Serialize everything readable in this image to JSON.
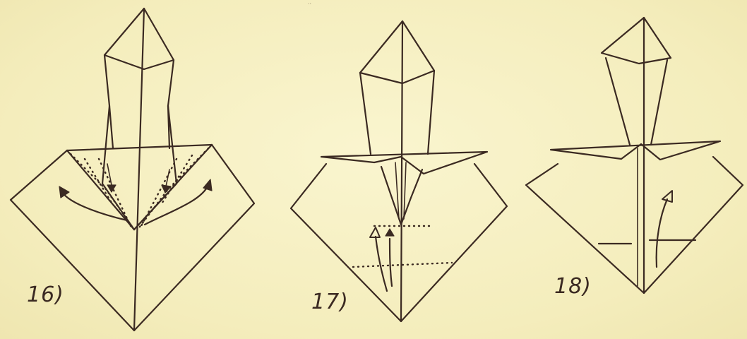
{
  "steps": [
    {
      "label": "16)"
    },
    {
      "label": "17)"
    },
    {
      "label": "18)"
    }
  ],
  "colors": {
    "paper": "#f7f1c4",
    "ink": "#3b2a22"
  }
}
